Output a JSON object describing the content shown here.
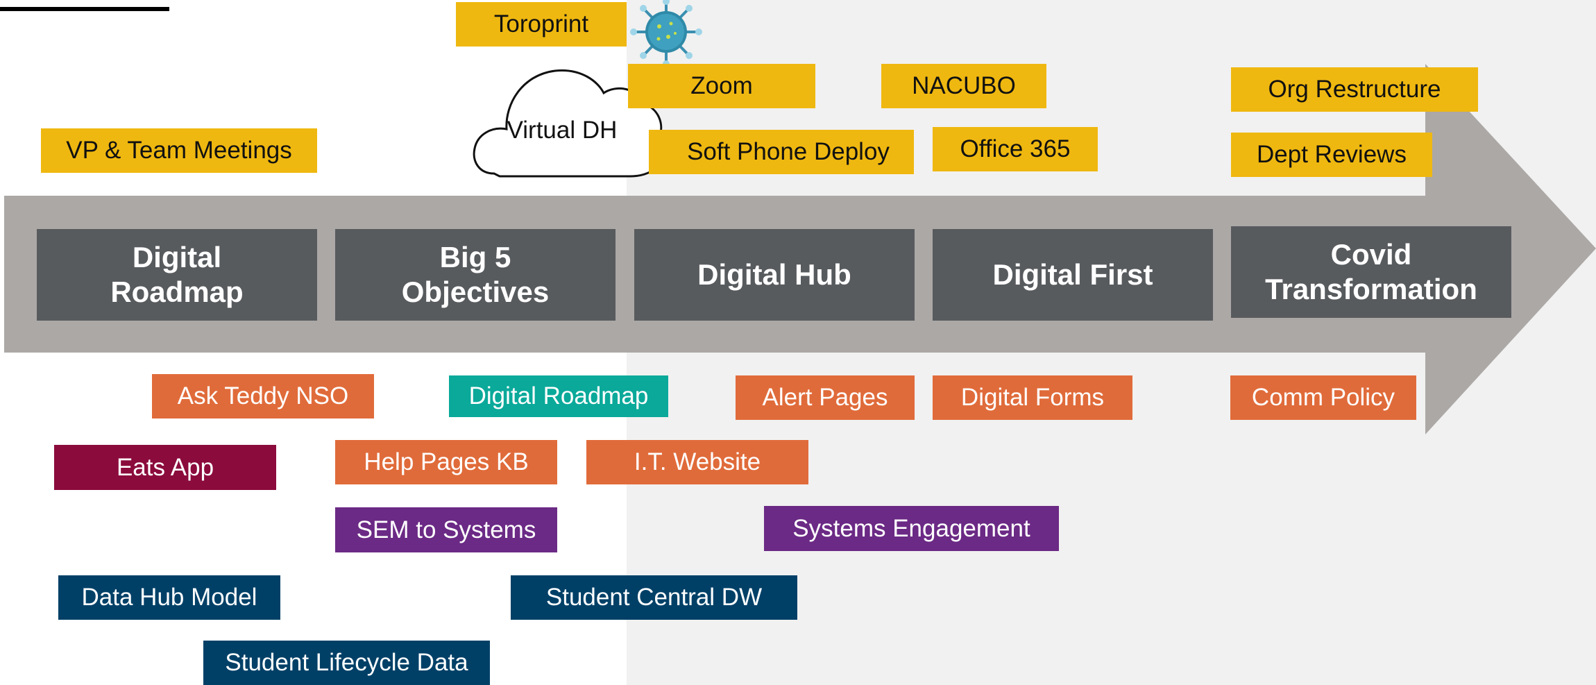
{
  "stages": [
    "Digital\nRoadmap",
    "Big 5\nObjectives",
    "Digital Hub",
    "Digital First",
    "Covid\nTransformation"
  ],
  "above": {
    "toroprint": "Toroprint",
    "zoom": "Zoom",
    "nacubo": "NACUBO",
    "org_restructure": "Org Restructure",
    "vp_meetings": "VP & Team Meetings",
    "virtual_dh": "Virtual DH",
    "soft_phone": "Soft Phone Deploy",
    "office365": "Office 365",
    "dept_reviews": "Dept Reviews"
  },
  "below": {
    "ask_teddy": "Ask Teddy NSO",
    "digital_roadmap": "Digital Roadmap",
    "alert_pages": "Alert Pages",
    "digital_forms": "Digital Forms",
    "comm_policy": "Comm Policy",
    "eats_app": "Eats App",
    "help_pages": "Help Pages KB",
    "it_website": "I.T. Website",
    "sem_systems": "SEM to Systems",
    "systems_engagement": "Systems Engagement",
    "data_hub_model": "Data Hub Model",
    "student_central": "Student Central DW",
    "student_lifecycle": "Student Lifecycle Data"
  },
  "colors": {
    "arrow": "#aca8a6",
    "stage": "#585b5e",
    "yellow": "#efb810",
    "orange": "#e06b3a",
    "teal": "#0aa99a",
    "maroon": "#8b0b3c",
    "purple": "#6b2a85",
    "navy": "#004067"
  },
  "icons": [
    "virus-icon",
    "cloud-icon"
  ]
}
